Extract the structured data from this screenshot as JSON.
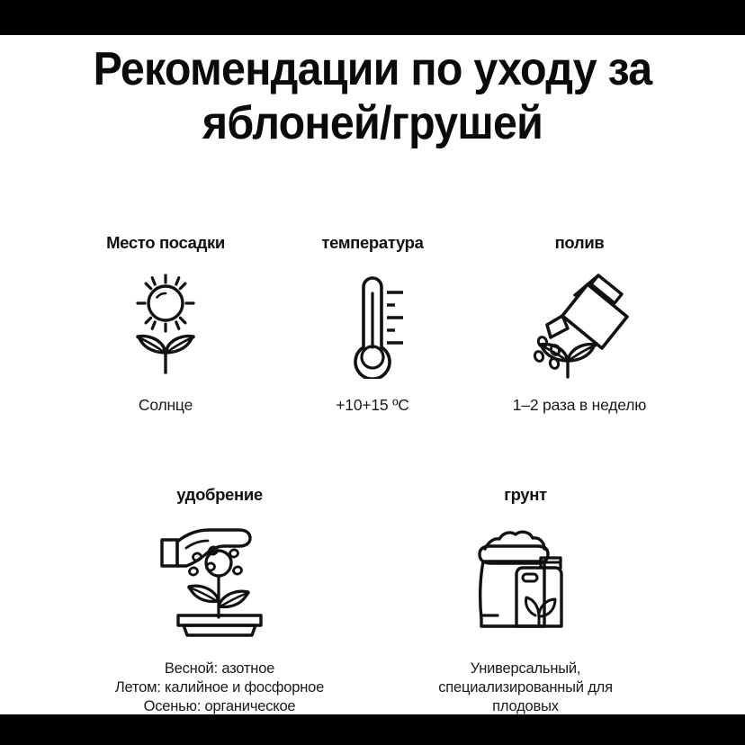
{
  "title": {
    "line1": "Рекомендации по уходу за",
    "line2": "яблоней/грушей"
  },
  "colors": {
    "background": "#ffffff",
    "letterbox": "#000000",
    "text": "#111111",
    "icon_stroke": "#111111"
  },
  "rows": [
    {
      "cells": [
        {
          "header": "Место посадки",
          "icon": "sun-sprout-icon",
          "caption": [
            "Солнце"
          ]
        },
        {
          "header": "температура",
          "icon": "thermometer-icon",
          "caption": [
            "+10+15 ºC"
          ]
        },
        {
          "header": "полив",
          "icon": "watering-can-sprout-icon",
          "caption": [
            "1–2 раза в неделю"
          ]
        }
      ]
    },
    {
      "cells": [
        {
          "header": "удобрение",
          "icon": "hand-fertilizing-plant-icon",
          "caption": [
            "Весной: азотное",
            "Летом: калийное и фосфорное",
            "Осенью: органическое"
          ]
        },
        {
          "header": "грунт",
          "icon": "soil-bag-bottle-icon",
          "caption": [
            "Универсальный,",
            "специализированный для",
            "плодовых"
          ]
        }
      ]
    }
  ]
}
